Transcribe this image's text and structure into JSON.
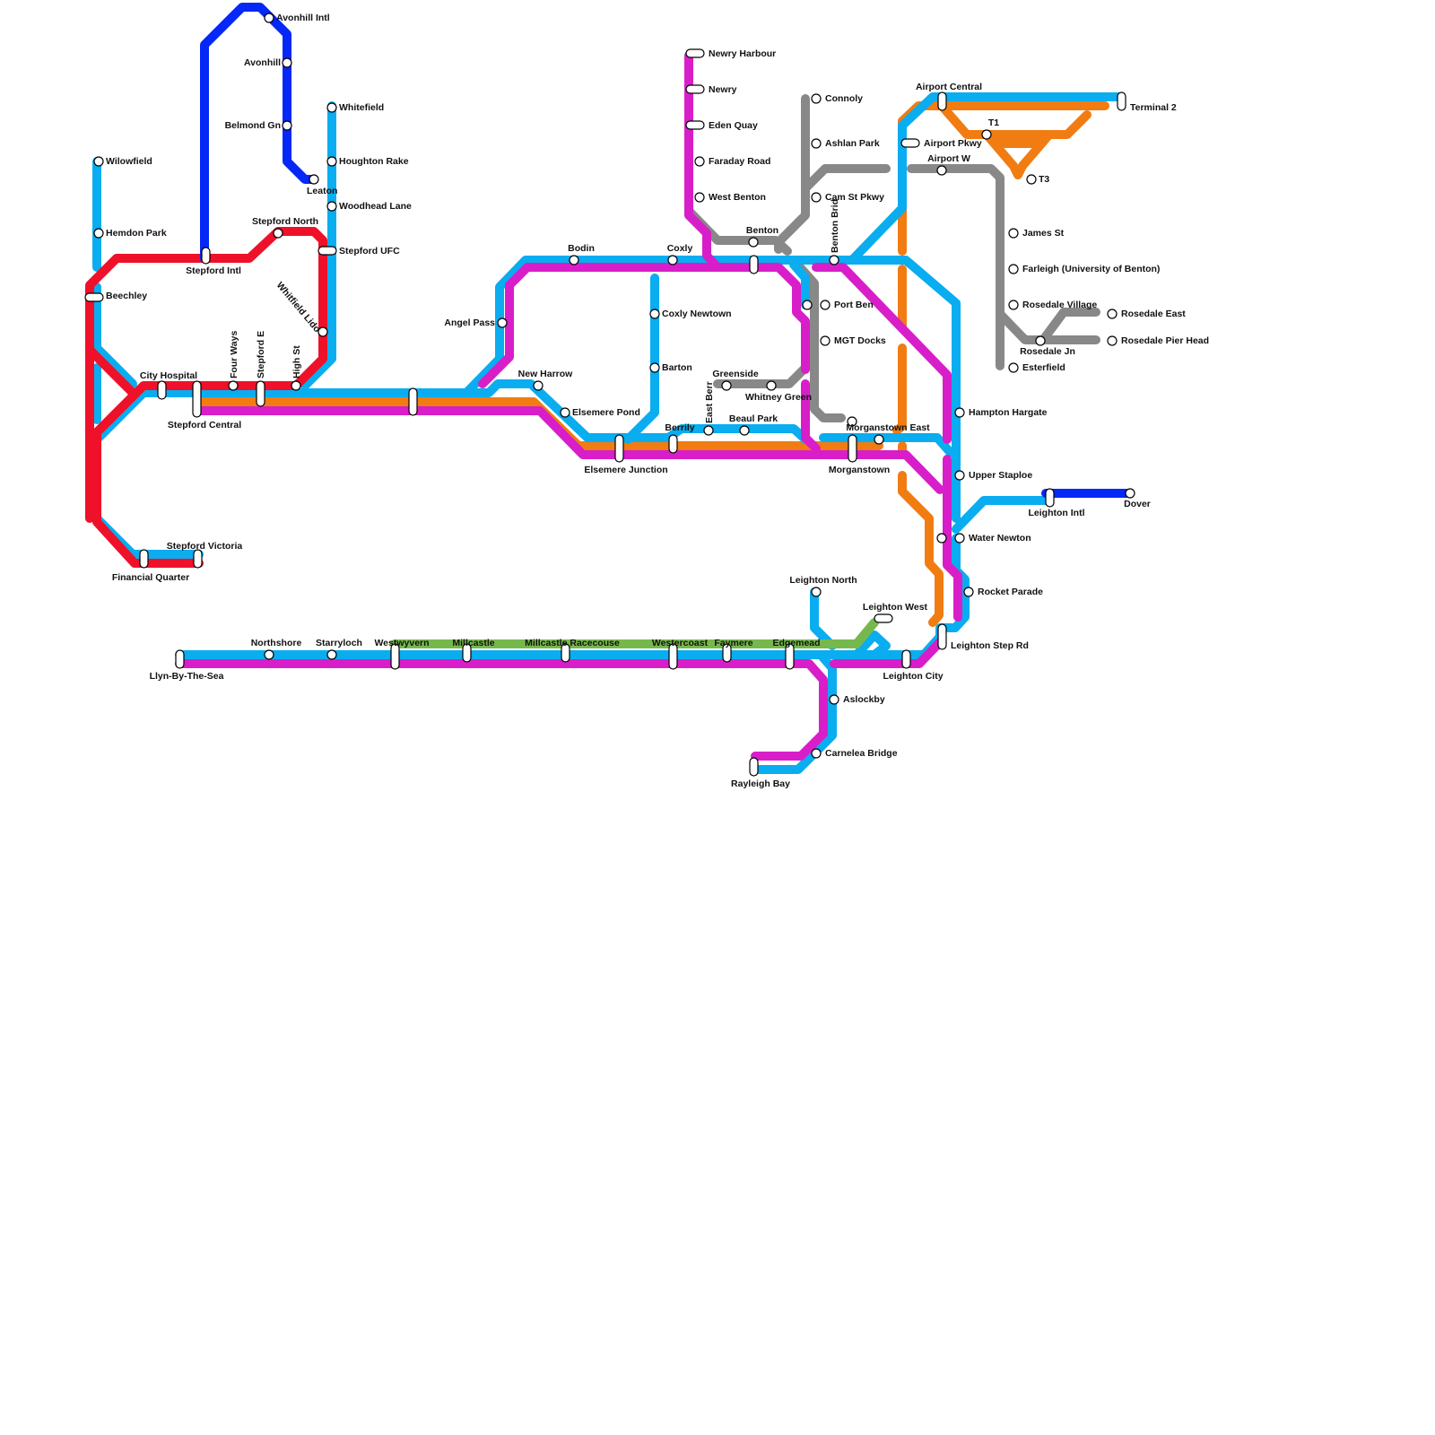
{
  "map": {
    "colors": {
      "red": "#ee1129",
      "cyan": "#0aadef",
      "blue": "#0528f6",
      "magenta": "#d81ec9",
      "orange": "#f17c12",
      "grey": "#888888",
      "green": "#77b84c"
    },
    "stations": {
      "avonhill_intl": "Avonhill Intl",
      "avonhill": "Avonhill",
      "belmond_gn": "Belmond Gn",
      "leaton": "Leaton",
      "whitefield": "Whitefield",
      "houghton_rake": "Houghton Rake",
      "woodhead_lane": "Woodhead Lane",
      "stepford_ufc": "Stepford UFC",
      "wilowfield": "Wilowfield",
      "hemdon_park": "Hemdon Park",
      "stepford_north": "Stepford North",
      "stepford_intl": "Stepford Intl",
      "beechley": "Beechley",
      "whitfield_lido": "Whitfield Lido",
      "four_ways": "Four Ways",
      "stepford_e": "Stepford E",
      "high_st": "High St",
      "city_hospital": "City Hospital",
      "stepford_central": "Stepford Central",
      "stepford_victoria": "Stepford Victoria",
      "financial_quarter": "Financial Quarter",
      "angel_pass": "Angel Pass",
      "bodin": "Bodin",
      "coxly": "Coxly",
      "new_harrow": "New Harrow",
      "elsemere_pond": "Elsemere Pond",
      "coxly_newtown": "Coxly Newtown",
      "barton": "Barton",
      "berrily": "Berrily",
      "elsemere_junction": "Elsemere Junction",
      "newry_harbour": "Newry Harbour",
      "newry": "Newry",
      "eden_quay": "Eden Quay",
      "faraday_road": "Faraday Road",
      "west_benton": "West Benton",
      "benton": "Benton",
      "connoly": "Connoly",
      "ashlan_park": "Ashlan Park",
      "cam_st_pkwy": "Cam St Pkwy",
      "benton_brid": "Benton Brid",
      "port_ben": "Port Ben",
      "mgt_docks": "MGT Docks",
      "greenside": "Greenside",
      "whitney_green": "Whitney Green",
      "east_berr": "East Berr",
      "beaul_park": "Beaul Park",
      "morganstown_east": "Morganstown East",
      "morganstown": "Morganstown",
      "airport_central": "Airport Central",
      "terminal_2": "Terminal 2",
      "t1": "T1",
      "t3": "T3",
      "airport_pkwy": "Airport Pkwy",
      "airport_w": "Airport W",
      "james_st": "James St",
      "farleigh": "Farleigh (University of Benton)",
      "rosedale_village": "Rosedale Village",
      "rosedale_east": "Rosedale East",
      "rosedale_pier_head": "Rosedale Pier Head",
      "rosedale_jn": "Rosedale Jn",
      "esterfield": "Esterfield",
      "hampton_hargate": "Hampton Hargate",
      "upper_staploe": "Upper Staploe",
      "leighton_intl": "Leighton Intl",
      "dover": "Dover",
      "water_newton": "Water Newton",
      "rocket_parade": "Rocket Parade",
      "leighton_step_rd": "Leighton Step Rd",
      "leighton_north": "Leighton North",
      "leighton_west": "Leighton West",
      "leighton_city": "Leighton City",
      "llyn_by_the_sea": "Llyn-By-The-Sea",
      "northshore": "Northshore",
      "starryloch": "Starryloch",
      "westwyvern": "Westwyvern",
      "millcastle": "Millcastle",
      "millcastle_racecourse": "Millcastle Racecouse",
      "westercoast": "Westercoast",
      "faymere": "Faymere",
      "edgemead": "Edgemead",
      "aslockby": "Aslockby",
      "carnelea_bridge": "Carnelea Bridge",
      "rayleigh_bay": "Rayleigh Bay"
    }
  }
}
